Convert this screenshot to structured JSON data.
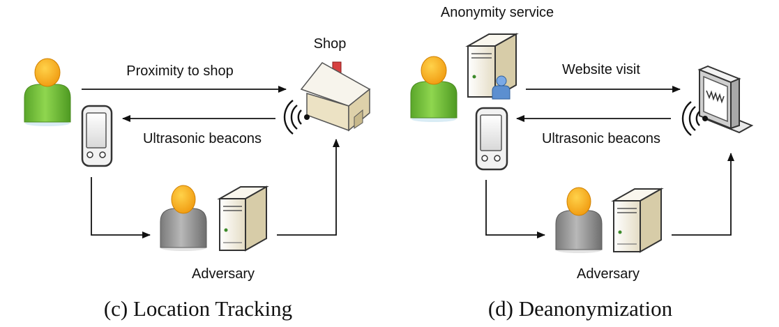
{
  "colors": {
    "user_green": "#7cc63f",
    "adversary_gray": "#9a9a9a",
    "head_orange": "#f5a623",
    "server_beige": "#f3ecd8",
    "arrow": "#111111"
  },
  "icons": [
    "user-icon",
    "adversary-icon",
    "smartphone-icon",
    "server-icon",
    "shop-house-icon",
    "speaker-waves-icon",
    "monitor-icon"
  ],
  "panel_c": {
    "shop_label": "Shop",
    "proximity_label": "Proximity to shop",
    "beacons_label": "Ultrasonic beacons",
    "adversary_label": "Adversary",
    "caption": "(c) Location Tracking"
  },
  "panel_d": {
    "anonymity_label": "Anonymity service",
    "website_label": "Website visit",
    "beacons_label": "Ultrasonic beacons",
    "adversary_label": "Adversary",
    "caption": "(d) Deanonymization"
  }
}
